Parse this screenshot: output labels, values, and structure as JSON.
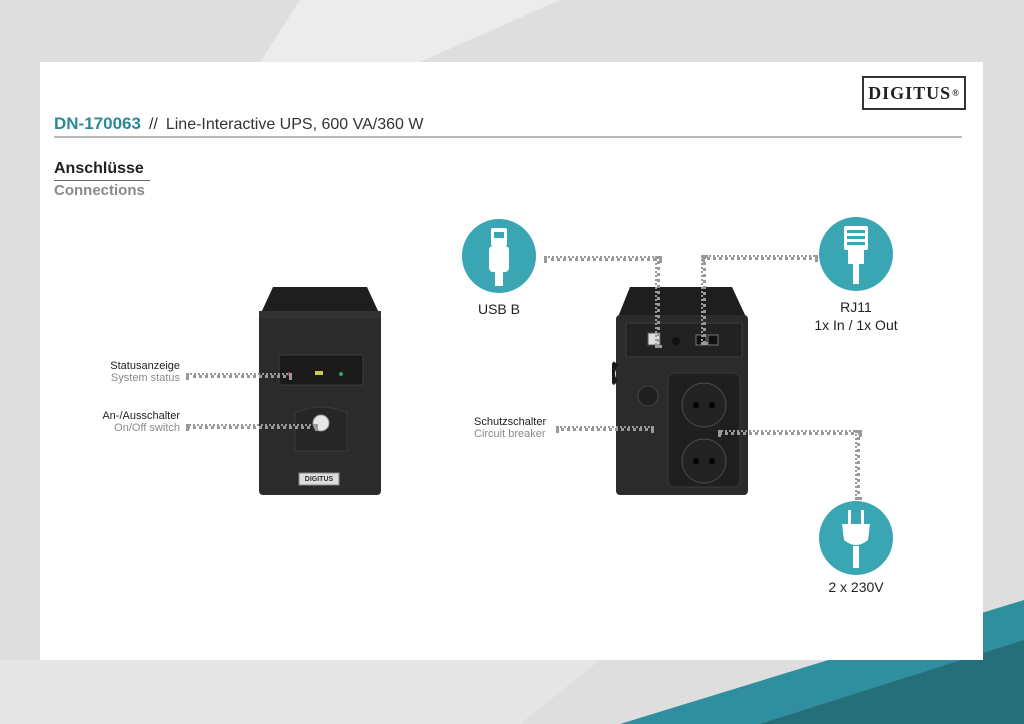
{
  "brand": {
    "logo_text": "DIGITUS",
    "logo_mark": "®"
  },
  "header": {
    "product_code": "DN-170063",
    "separator": "//",
    "product_title": "Line-Interactive UPS, 600 VA/360 W"
  },
  "section": {
    "title_de": "Anschlüsse",
    "title_en": "Connections"
  },
  "front": {
    "status": {
      "de": "Statusanzeige",
      "en": "System status"
    },
    "switch": {
      "de": "An-/Ausschalter",
      "en": "On/Off switch"
    },
    "badge_text": "DIGITUS"
  },
  "back": {
    "breaker": {
      "de": "Schutzschalter",
      "en": "Circuit breaker"
    }
  },
  "callouts": {
    "usb": {
      "label": "USB B"
    },
    "rj11": {
      "label": "RJ11",
      "sub": "1x In / 1x Out"
    },
    "power": {
      "label": "2 x 230V"
    }
  },
  "colors": {
    "accent": "#2a8a9a",
    "circle": "#3aa6b3",
    "unit": "#2b2b2b"
  },
  "icons": [
    "usb-plug-icon",
    "rj11-plug-icon",
    "power-plug-icon"
  ]
}
